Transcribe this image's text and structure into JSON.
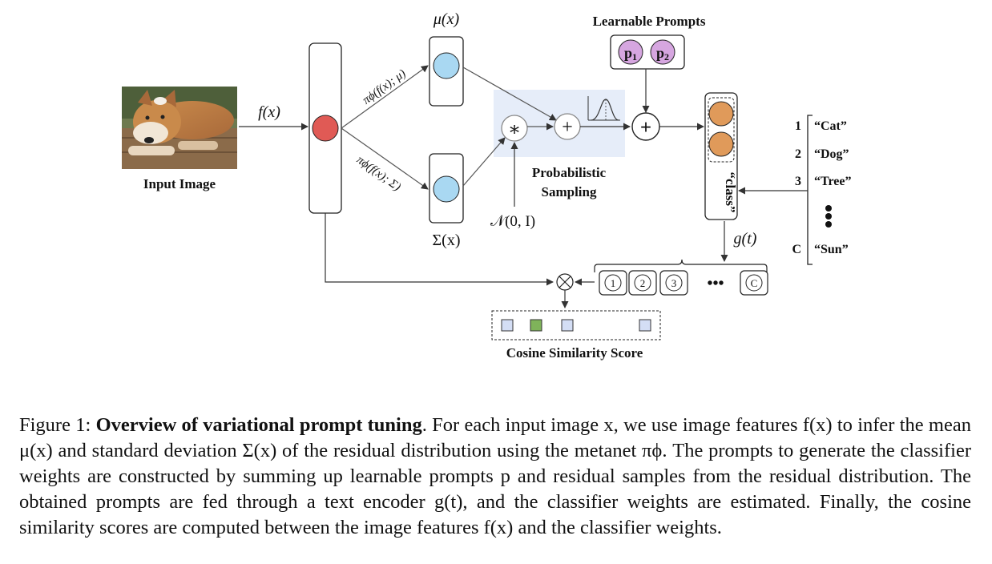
{
  "figure": {
    "input_image_label": "Input Image",
    "fx_label": "f(x)",
    "mu_label": "μ(x)",
    "sigma_label": "Σ(x)",
    "metanet_mu_label": "πϕ(f(x); μ)",
    "metanet_sigma_label": "πϕ(f(x); Σ)",
    "multiply_symbol": "∗",
    "plus_symbol": "+",
    "noise_label": "𝒩(0, I)",
    "sampling_label_1": "Probabilistic",
    "sampling_label_2": "Sampling",
    "learnable_prompts_title": "Learnable Prompts",
    "prompt_tokens": [
      "p1",
      "p2"
    ],
    "class_token_label": "“class”",
    "text_encoder_label": "g(t)",
    "class_list": [
      {
        "index": "1",
        "name": "“Cat”"
      },
      {
        "index": "2",
        "name": "“Dog”"
      },
      {
        "index": "3",
        "name": "“Tree”"
      },
      {
        "index": "C",
        "name": "“Sun”"
      }
    ],
    "weight_items": [
      "1",
      "2",
      "3",
      "C"
    ],
    "ellipsis": "•••",
    "otimes_symbol": "⊗",
    "cosine_label": "Cosine Similarity Score",
    "colors": {
      "red_node": "#e05a55",
      "blue_node": "#a9d8f2",
      "orange_node": "#e09a5a",
      "purple_token": "#d6a6e0",
      "sampling_bg": "#e6edf9",
      "score_blue": "#d4def5",
      "score_green": "#7fb35a"
    }
  },
  "caption": {
    "prefix": "Figure 1: ",
    "title": "Overview of variational prompt tuning",
    "body": ". For each input image x, we use image features f(x) to infer the mean μ(x) and standard deviation Σ(x) of the residual distribution using the metanet πϕ. The prompts to generate the classifier weights are constructed by summing up learnable prompts p and residual samples from the residual distribution. The obtained prompts are fed through a text encoder g(t), and the classifier weights are estimated. Finally, the cosine similarity scores are computed between the image features f(x) and the classifier weights."
  }
}
